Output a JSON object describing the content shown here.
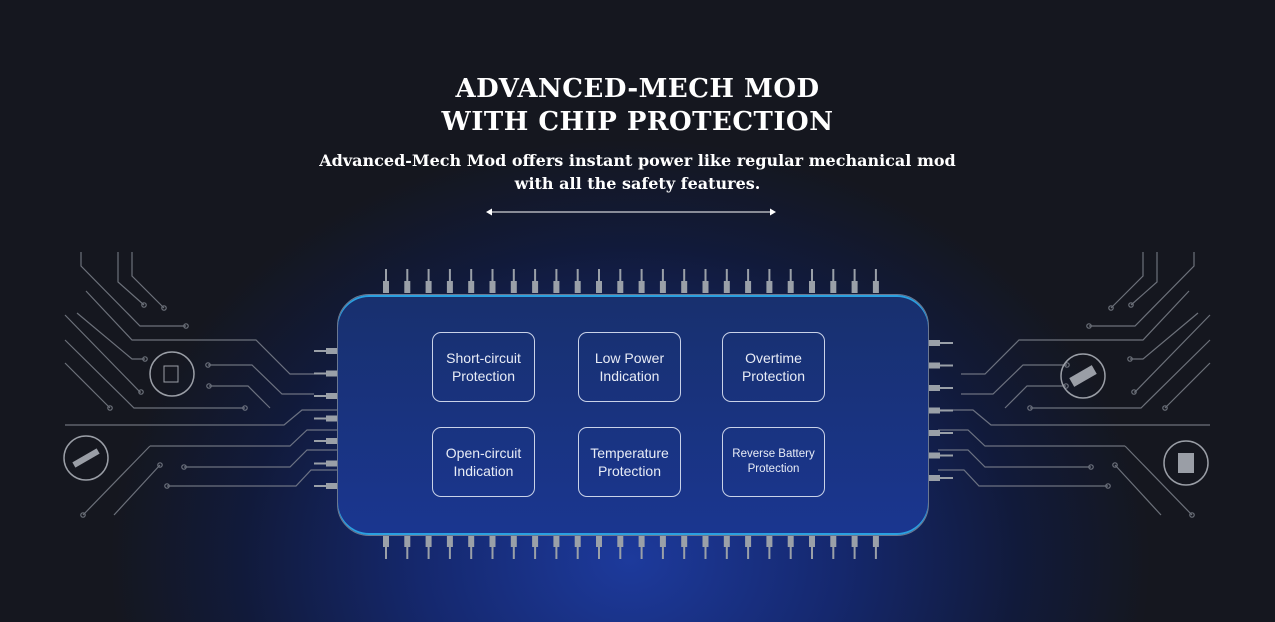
{
  "heading": {
    "line1": "ADVANCED-MECH MOD",
    "line2": "WITH CHIP PROTECTION"
  },
  "subtitle": {
    "line1": "Advanced-Mech Mod offers instant power like regular mechanical mod",
    "line2": "with all the safety features."
  },
  "features": [
    {
      "line1": "Short-circuit",
      "line2": "Protection"
    },
    {
      "line1": "Low Power",
      "line2": "Indication"
    },
    {
      "line1": "Overtime",
      "line2": "Protection"
    },
    {
      "line1": "Open-circuit",
      "line2": "Indication"
    },
    {
      "line1": "Temperature",
      "line2": "Protection"
    },
    {
      "line1": "Reverse Battery",
      "line2": "Protection"
    }
  ]
}
